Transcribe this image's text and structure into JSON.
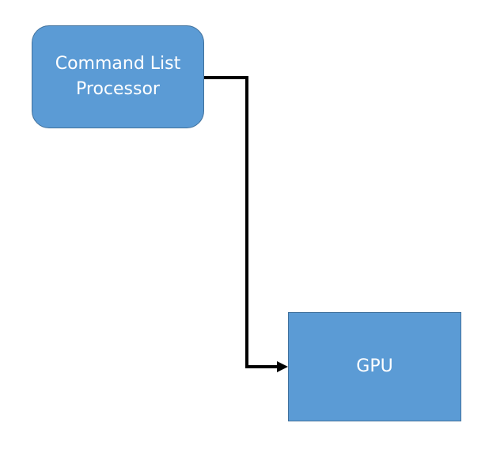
{
  "diagram": {
    "nodes": [
      {
        "id": "clp",
        "label": "Command List\nProcessor",
        "shape": "rounded-rectangle"
      },
      {
        "id": "gpu",
        "label": "GPU",
        "shape": "rectangle"
      }
    ],
    "edges": [
      {
        "from": "clp",
        "to": "gpu",
        "style": "elbow",
        "arrowhead": "end"
      }
    ]
  },
  "colors": {
    "node_fill": "#5b9bd5",
    "node_border": "#41719c",
    "node_text": "#ffffff",
    "edge": "#000000",
    "background": "#ffffff"
  }
}
